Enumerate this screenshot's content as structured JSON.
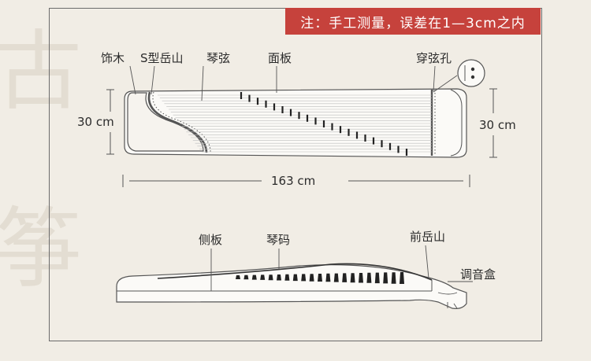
{
  "watermark": [
    "古",
    "筝"
  ],
  "note": "注：手工测量，误差在1—3cm之内",
  "top_view": {
    "labels": {
      "decor_wood": "饰木",
      "s_bridge": "S型岳山",
      "strings": "琴弦",
      "soundboard": "面板",
      "string_holes": "穿弦孔"
    },
    "dimensions": {
      "left_height": "30 cm",
      "right_height": "30 cm",
      "length": "163 cm"
    }
  },
  "side_view": {
    "labels": {
      "side_panel": "侧板",
      "bridges": "琴码",
      "front_bridge": "前岳山",
      "tuning_box": "调音盒"
    }
  },
  "colors": {
    "background": "#f1ede5",
    "note_bg": "#c6423c",
    "line": "#555555"
  }
}
